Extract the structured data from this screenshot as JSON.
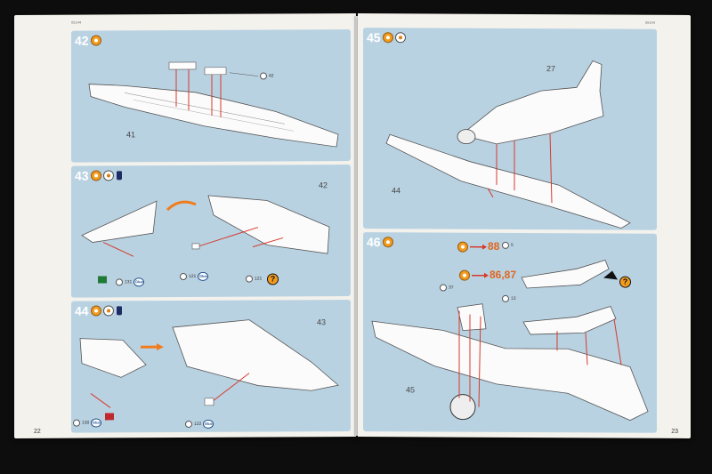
{
  "booklet": {
    "left_page": {
      "page_number": "22",
      "header_code": "05144",
      "steps": [
        {
          "number": "42",
          "part_labels": [
            "41"
          ],
          "callouts": [
            "42"
          ]
        },
        {
          "number": "43",
          "part_labels": [
            "42"
          ],
          "callouts": [
            "131",
            "121",
            "121"
          ]
        },
        {
          "number": "44",
          "part_labels": [
            "43"
          ],
          "callouts": [
            "130",
            "122"
          ]
        }
      ]
    },
    "right_page": {
      "page_number": "23",
      "header_code": "05144",
      "steps": [
        {
          "number": "45",
          "part_labels": [
            "27",
            "44"
          ]
        },
        {
          "number": "46",
          "part_labels": [
            "45"
          ],
          "references": [
            "88",
            "86,87"
          ],
          "callouts": [
            "5",
            "37",
            "13"
          ]
        }
      ]
    },
    "glue_label": "Glue",
    "question_mark": "?",
    "colors": {
      "panel_blue": "#b9d2e2",
      "page": "#f4f2ed",
      "accent_orange": "#f29c1f",
      "arrow_red": "#d63a2b",
      "ref_orange": "#e0651f"
    }
  }
}
